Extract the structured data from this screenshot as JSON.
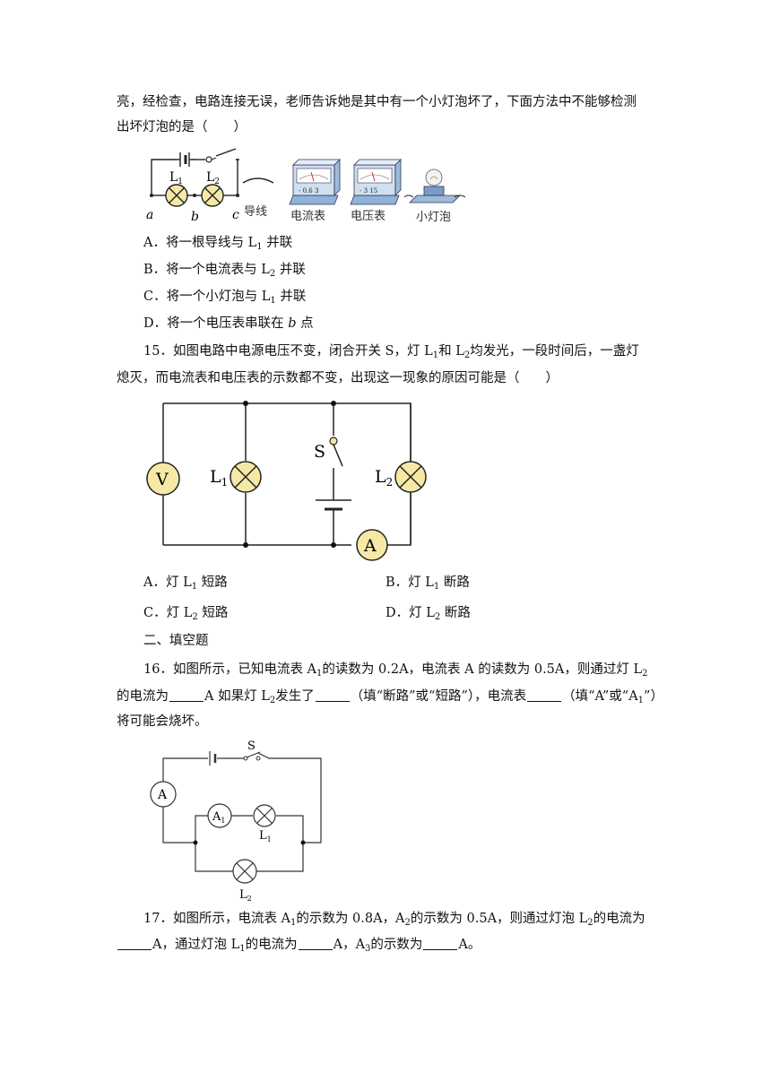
{
  "q14": {
    "line1": "亮，经检查，电路连接无误，老师告诉她是其中有一个小灯泡坏了，下面方法中不能够检测",
    "line2": "出坏灯泡的是（　　）",
    "figure": {
      "L1": "L",
      "L1_sub": "1",
      "L2": "L",
      "L2_sub": "2",
      "a": "a",
      "b": "b",
      "c": "c",
      "wire_label": "导线",
      "ammeter_label": "电流表",
      "voltmeter_label": "电压表",
      "bulb_label": "小灯泡",
      "ammeter_scale": "- 0.6 3",
      "voltmeter_scale": "- 3 15"
    },
    "options": [
      {
        "letter": "A．",
        "pre": "将一根导线与 L",
        "sub": "1",
        "post": " 并联"
      },
      {
        "letter": "B．",
        "pre": "将一个电流表与 L",
        "sub": "2",
        "post": " 并联"
      },
      {
        "letter": "C．",
        "pre": "将一个小灯泡与 L",
        "sub": "1",
        "post": " 并联"
      },
      {
        "letter": "D．",
        "pre": "将一个电压表串联在 ",
        "italic": "b",
        "post": " 点"
      }
    ]
  },
  "q15": {
    "line1_a": "15．如图电路中电源电压不变，闭合开关 S，灯 L",
    "line1_b": "和 L",
    "line1_c": "均发光，一段时间后，一盏灯",
    "line2": "熄灭，而电流表和电压表的示数都不变，出现这一现象的原因可能是（　　）",
    "figure": {
      "V": "V",
      "A": "A",
      "S": "S",
      "L1": "L",
      "L1_sub": "1",
      "L2": "L",
      "L2_sub": "2"
    },
    "options": [
      {
        "letter": "A．",
        "pre": "灯 L",
        "sub": "1",
        "post": " 短路"
      },
      {
        "letter": "B．",
        "pre": "灯 L",
        "sub": "1",
        "post": " 断路"
      },
      {
        "letter": "C．",
        "pre": "灯 L",
        "sub": "2",
        "post": " 短路"
      },
      {
        "letter": "D．",
        "pre": "灯 L",
        "sub": "2",
        "post": " 断路"
      }
    ]
  },
  "section_title": "二、填空题",
  "q16": {
    "line1_a": "16．如图所示，已知电流表 A",
    "line1_b": "的读数为 0.2A，电流表 A 的读数为 0.5A，则通过灯 L",
    "line2_a": "的电流为",
    "line2_b": "A 如果灯 L",
    "line2_c": "发生了",
    "line2_d": "（填“断路”或“短路”），电流表",
    "line2_e": "（填“A”或“A",
    "line2_f": "”）",
    "line3": "将可能会烧坏。",
    "figure": {
      "S": "S",
      "A": "A",
      "A1": "A",
      "A1_sub": "1",
      "L1": "L",
      "L1_sub": "1",
      "L2": "L",
      "L2_sub": "2"
    }
  },
  "q17": {
    "line1_a": "17．如图所示，电流表 A",
    "line1_b": "的示数为 0.8A，A",
    "line1_c": "的示数为 0.5A，则通过灯泡 L",
    "line1_d": "的电流为",
    "line2_a": "A，通过灯泡 L",
    "line2_b": "的电流为",
    "line2_c": "A，A",
    "line2_d": "的示数为",
    "line2_e": "A。",
    "sub1": "1",
    "sub2": "2",
    "sub3": "3"
  }
}
